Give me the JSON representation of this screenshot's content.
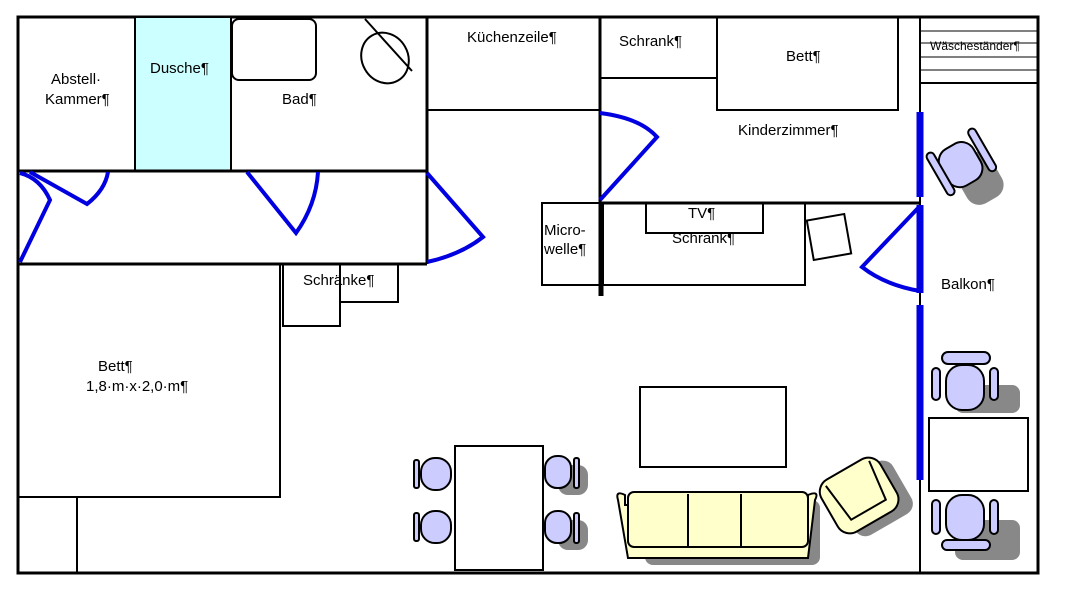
{
  "rooms": {
    "abstell_line1": "Abstell·",
    "abstell_line2": "Kammer¶",
    "dusche": "Dusche¶",
    "bad": "Bad¶",
    "kuechenzeile": "Küchenzeile¶",
    "schrank_kinder": "Schrank¶",
    "bett_kinder": "Bett¶",
    "waeschestaender": "Wäscheständer¶",
    "kinderzimmer": "Kinderzimmer¶",
    "tv": "TV¶",
    "tv_schrank": "Schrank¶",
    "micro_line1": "Micro-",
    "micro_line2": "welle¶",
    "schraenke": "Schränke¶",
    "bett_main": "Bett¶",
    "bett_main_size": "1,8·m·x·2,0·m¶",
    "balkon": "Balkon¶"
  },
  "colors": {
    "door": "#0000e0",
    "shower": "#ccffff",
    "chair": "#ccccff",
    "sofa": "#ffffcc"
  }
}
